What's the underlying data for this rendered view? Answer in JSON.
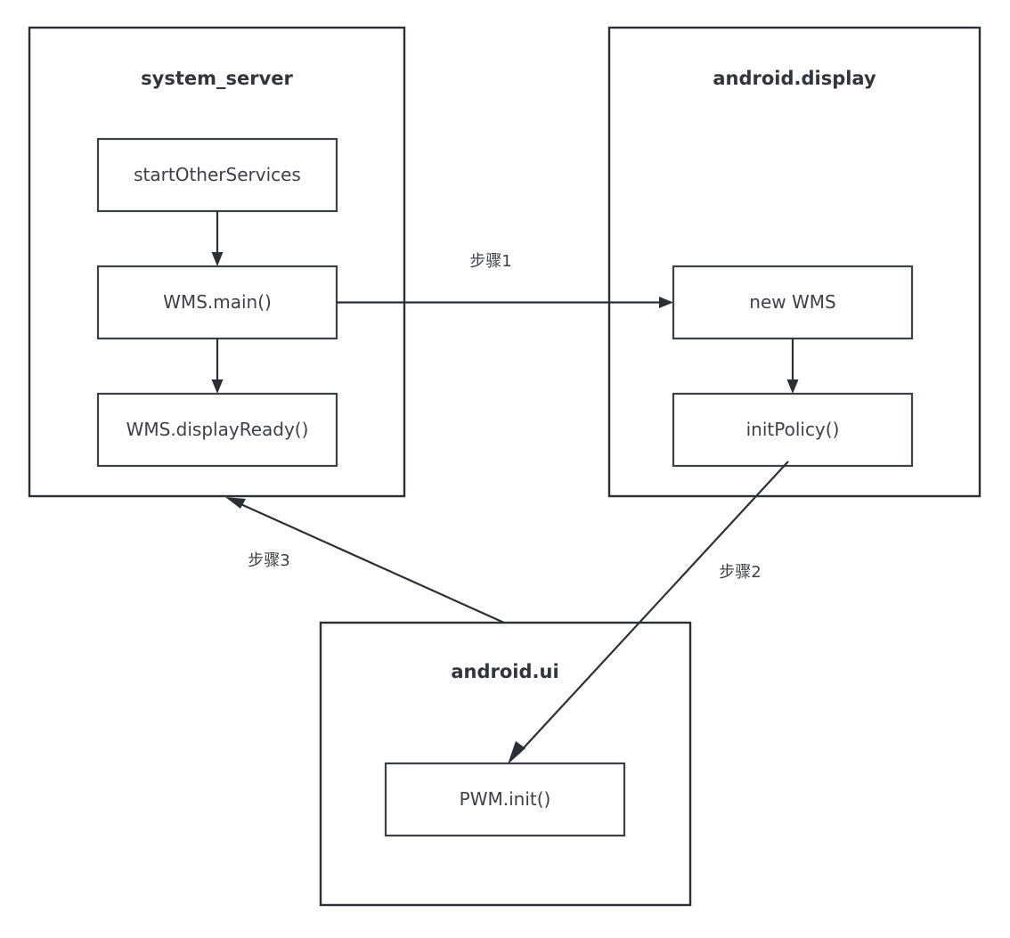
{
  "diagram": {
    "background_color": "#ffffff",
    "line_color": "#2b2f36",
    "text_color": "#3c4149",
    "containers": [
      {
        "id": "system_server",
        "title": "system_server",
        "nodes": [
          {
            "id": "startOtherServices",
            "label": "startOtherServices"
          },
          {
            "id": "wms_main",
            "label": "WMS.main()"
          },
          {
            "id": "wms_displayready",
            "label": "WMS.displayReady()"
          }
        ]
      },
      {
        "id": "android_display",
        "title": "android.display",
        "nodes": [
          {
            "id": "new_wms",
            "label": "new WMS"
          },
          {
            "id": "init_policy",
            "label": "initPolicy()"
          }
        ]
      },
      {
        "id": "android_ui",
        "title": "android.ui",
        "nodes": [
          {
            "id": "pwm_init",
            "label": "PWM.init()"
          }
        ]
      }
    ],
    "edges": [
      {
        "id": "e_start_to_main",
        "from": "startOtherServices",
        "to": "wms_main",
        "label": ""
      },
      {
        "id": "e_main_to_ready",
        "from": "wms_main",
        "to": "wms_displayready",
        "label": ""
      },
      {
        "id": "e_main_to_newwms",
        "from": "wms_main",
        "to": "new_wms",
        "label": "步骤1"
      },
      {
        "id": "e_newwms_to_initpolicy",
        "from": "new_wms",
        "to": "init_policy",
        "label": ""
      },
      {
        "id": "e_initpolicy_to_pwm",
        "from": "init_policy",
        "to": "pwm_init",
        "label": "步骤2"
      },
      {
        "id": "e_pwm_to_systemserver",
        "from": "android_ui",
        "to": "system_server",
        "label": "步骤3"
      }
    ]
  }
}
